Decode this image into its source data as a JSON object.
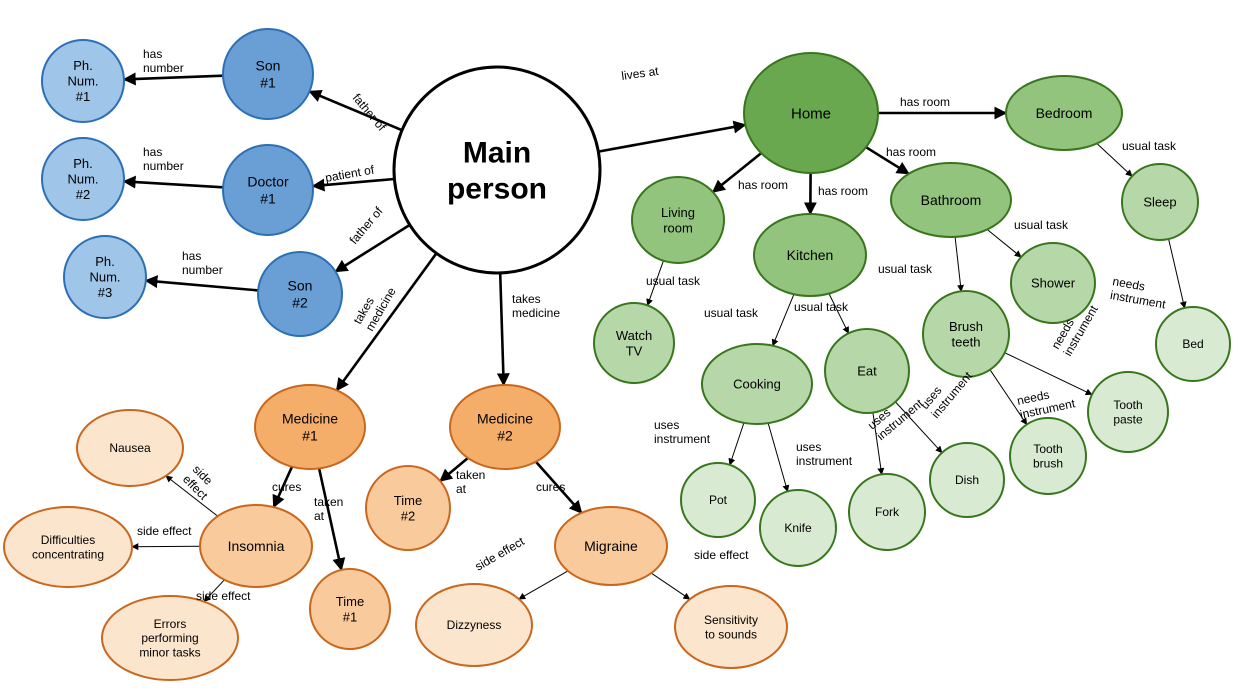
{
  "colors": {
    "blue_dark_fill": "#6a9fd6",
    "blue_light_fill": "#9fc5e8",
    "blue_stroke": "#2c6fb3",
    "orange_dark_fill": "#f5ae6a",
    "orange_mid_fill": "#f9cb9c",
    "orange_light_fill": "#fce5cd",
    "orange_stroke": "#c8671d",
    "green_dark_fill": "#6aa84f",
    "green_mid_fill": "#93c47d",
    "green_light_fill": "#b6d7a8",
    "green_pale_fill": "#d9ead3",
    "green_stroke": "#38761d",
    "main_fill": "#ffffff",
    "main_stroke": "#000000"
  },
  "nodes": {
    "main": {
      "lines": [
        "Main",
        "person"
      ]
    },
    "son1": {
      "lines": [
        "Son",
        "#1"
      ]
    },
    "doctor": {
      "lines": [
        "Doctor",
        "#1"
      ]
    },
    "son2": {
      "lines": [
        "Son",
        "#2"
      ]
    },
    "ph1": {
      "lines": [
        "Ph.",
        "Num.",
        "#1"
      ]
    },
    "ph2": {
      "lines": [
        "Ph.",
        "Num.",
        "#2"
      ]
    },
    "ph3": {
      "lines": [
        "Ph.",
        "Num.",
        "#3"
      ]
    },
    "med1": {
      "lines": [
        "Medicine",
        "#1"
      ]
    },
    "med2": {
      "lines": [
        "Medicine",
        "#2"
      ]
    },
    "insomnia": {
      "lines": [
        "Insomnia"
      ]
    },
    "migraine": {
      "lines": [
        "Migraine"
      ]
    },
    "time1": {
      "lines": [
        "Time",
        "#1"
      ]
    },
    "time2": {
      "lines": [
        "Time",
        "#2"
      ]
    },
    "nausea": {
      "lines": [
        "Nausea"
      ]
    },
    "difficulties": {
      "lines": [
        "Difficulties",
        "concentrating"
      ]
    },
    "errors": {
      "lines": [
        "Errors",
        "performing",
        "minor tasks"
      ]
    },
    "dizzyness": {
      "lines": [
        "Dizzyness"
      ]
    },
    "sensitivity": {
      "lines": [
        "Sensitivity",
        "to sounds"
      ]
    },
    "home": {
      "lines": [
        "Home"
      ]
    },
    "bedroom": {
      "lines": [
        "Bedroom"
      ]
    },
    "living": {
      "lines": [
        "Living",
        "room"
      ]
    },
    "kitchen": {
      "lines": [
        "Kitchen"
      ]
    },
    "bathroom": {
      "lines": [
        "Bathroom"
      ]
    },
    "sleep": {
      "lines": [
        "Sleep"
      ]
    },
    "shower": {
      "lines": [
        "Shower"
      ]
    },
    "brush_teeth": {
      "lines": [
        "Brush",
        "teeth"
      ]
    },
    "watch_tv": {
      "lines": [
        "Watch",
        "TV"
      ]
    },
    "cooking": {
      "lines": [
        "Cooking"
      ]
    },
    "eat": {
      "lines": [
        "Eat"
      ]
    },
    "bed": {
      "lines": [
        "Bed"
      ]
    },
    "toothpaste": {
      "lines": [
        "Tooth",
        "paste"
      ]
    },
    "toothbrush": {
      "lines": [
        "Tooth",
        "brush"
      ]
    },
    "pot": {
      "lines": [
        "Pot"
      ]
    },
    "knife": {
      "lines": [
        "Knife"
      ]
    },
    "fork": {
      "lines": [
        "Fork"
      ]
    },
    "dish": {
      "lines": [
        "Dish"
      ]
    }
  },
  "edges": [
    {
      "from": "son1",
      "to": "ph1",
      "label": [
        "has",
        "number"
      ]
    },
    {
      "from": "doctor",
      "to": "ph2",
      "label": [
        "has",
        "number"
      ]
    },
    {
      "from": "son2",
      "to": "ph3",
      "label": [
        "has",
        "number"
      ]
    },
    {
      "from": "main",
      "to": "son1",
      "label": [
        "father of"
      ]
    },
    {
      "from": "main",
      "to": "doctor",
      "label": [
        "patient of"
      ]
    },
    {
      "from": "main",
      "to": "son2",
      "label": [
        "father of"
      ]
    },
    {
      "from": "main",
      "to": "med1",
      "label": [
        "takes",
        "medicine"
      ]
    },
    {
      "from": "main",
      "to": "med2",
      "label": [
        "takes",
        "medicine"
      ]
    },
    {
      "from": "main",
      "to": "home",
      "label": [
        "lives at"
      ]
    },
    {
      "from": "med1",
      "to": "insomnia",
      "label": [
        "cures"
      ]
    },
    {
      "from": "med1",
      "to": "time1",
      "label": [
        "taken",
        "at"
      ]
    },
    {
      "from": "med2",
      "to": "time2",
      "label": [
        "taken",
        "at"
      ]
    },
    {
      "from": "med2",
      "to": "migraine",
      "label": [
        "cures"
      ]
    },
    {
      "from": "insomnia",
      "to": "nausea",
      "label": [
        "side",
        "effect"
      ]
    },
    {
      "from": "insomnia",
      "to": "difficulties",
      "label": [
        "side effect"
      ]
    },
    {
      "from": "insomnia",
      "to": "errors",
      "label": [
        "side effect"
      ]
    },
    {
      "from": "migraine",
      "to": "dizzyness",
      "label": [
        "side effect"
      ]
    },
    {
      "from": "migraine",
      "to": "sensitivity",
      "label": [
        "side effect"
      ]
    },
    {
      "from": "home",
      "to": "bedroom",
      "label": [
        "has room"
      ]
    },
    {
      "from": "home",
      "to": "living",
      "label": [
        "has room"
      ]
    },
    {
      "from": "home",
      "to": "kitchen",
      "label": [
        "has room"
      ]
    },
    {
      "from": "home",
      "to": "bathroom",
      "label": [
        "has room"
      ]
    },
    {
      "from": "bedroom",
      "to": "sleep",
      "label": [
        "usual task"
      ]
    },
    {
      "from": "sleep",
      "to": "bed",
      "label": [
        "needs",
        "instrument"
      ]
    },
    {
      "from": "living",
      "to": "watch_tv",
      "label": [
        "usual task"
      ]
    },
    {
      "from": "kitchen",
      "to": "cooking",
      "label": [
        "usual task"
      ]
    },
    {
      "from": "kitchen",
      "to": "eat",
      "label": [
        "usual task"
      ]
    },
    {
      "from": "bathroom",
      "to": "shower",
      "label": [
        "usual task"
      ]
    },
    {
      "from": "bathroom",
      "to": "brush_teeth",
      "label": [
        "usual task"
      ]
    },
    {
      "from": "brush_teeth",
      "to": "toothpaste",
      "label": [
        "needs",
        "instrument"
      ]
    },
    {
      "from": "brush_teeth",
      "to": "toothbrush",
      "label": [
        "needs",
        "instrument"
      ]
    },
    {
      "from": "cooking",
      "to": "pot",
      "label": [
        "uses",
        "instrument"
      ]
    },
    {
      "from": "cooking",
      "to": "knife",
      "label": [
        "uses",
        "instrument"
      ]
    },
    {
      "from": "eat",
      "to": "fork",
      "label": [
        "uses",
        "instrument"
      ]
    },
    {
      "from": "eat",
      "to": "dish",
      "label": [
        "uses",
        "instrument"
      ]
    }
  ]
}
